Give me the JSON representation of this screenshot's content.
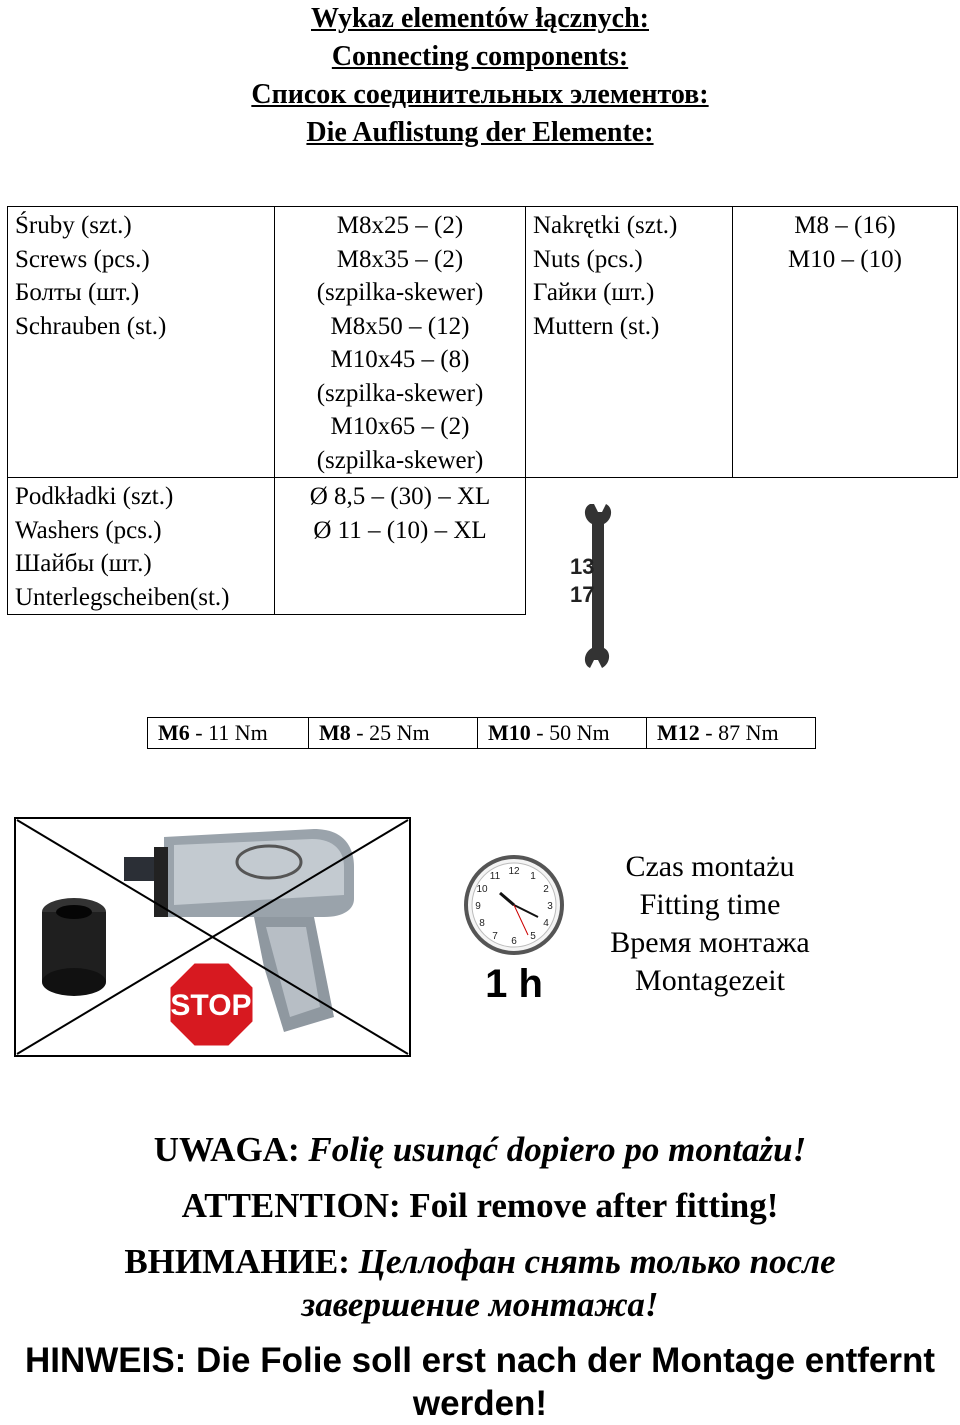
{
  "titles": [
    "Wykaz elementów łącznych:",
    "Connecting components:",
    "Список соединительных элементов:",
    "Die Auflistung der Elemente:"
  ],
  "components": {
    "screws_label": [
      "Śruby (szt.)",
      "Screws (pcs.)",
      "Болты (шт.)",
      "Schrauben (st.)"
    ],
    "screws_values": [
      "M8x25 – (2)",
      "M8x35 – (2)",
      "(szpilka-skewer)",
      "M8x50 – (12)",
      "M10x45 – (8)",
      "(szpilka-skewer)",
      "M10x65 – (2)",
      "(szpilka-skewer)"
    ],
    "nuts_label": [
      "Nakrętki (szt.)",
      "Nuts (pcs.)",
      "Гайки (шт.)",
      "Muttern (st.)"
    ],
    "nuts_values": [
      "M8 – (16)",
      "M10 – (10)"
    ],
    "washers_label": [
      "Podkładki (szt.)",
      "Washers (pcs.)",
      "Шайбы (шт.)",
      "Unterlegscheiben(st.)"
    ],
    "washers_values": [
      "Ø 8,5 – (30) – XL",
      "Ø 11 – (10) – XL"
    ]
  },
  "wrench": {
    "sizes": [
      "13",
      "17"
    ]
  },
  "torque": [
    {
      "bolt": "M6",
      "value": " - 11 Nm"
    },
    {
      "bolt": "M8",
      "value": " - 25 Nm"
    },
    {
      "bolt": "M10",
      "value": " - 50 Nm"
    },
    {
      "bolt": "M12",
      "value": " - 87 Nm"
    }
  ],
  "stop_sign": "STOP",
  "clock": {
    "duration": "1 h"
  },
  "fitting_time": [
    "Czas montażu",
    "Fitting time",
    "Время монтажа",
    "Montagezeit"
  ],
  "notes": {
    "pl_label": "UWAGA: ",
    "pl_text": "Folię usunąć dopiero po montażu!",
    "en_label": "ATTENTION: ",
    "en_text": "Foil remove after fitting!",
    "ru_label": "ВНИМАНИЕ: ",
    "ru_text1": "Целлофан снять только после",
    "ru_text2": "завершение монтажа!",
    "de_text1": "HINWEIS: Die Folie soll erst nach der Montage entfernt",
    "de_text2": "werden!"
  }
}
